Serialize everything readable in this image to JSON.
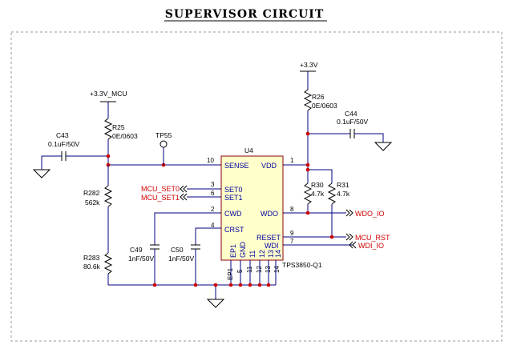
{
  "title": "SUPERVISOR CIRCUIT",
  "ic": {
    "ref": "U4",
    "part": "TPS3850-Q1",
    "pins": {
      "sense": "SENSE",
      "vdd": "VDD",
      "set0": "SET0",
      "set1": "SET1",
      "cwd": "CWD",
      "wdo": "WDO",
      "crst": "CRST",
      "reset": "RESET",
      "wdi": "WDI",
      "ep1": "EP1",
      "gnd": "GND",
      "p11": "11",
      "p12": "12",
      "p13": "13",
      "p14": "14"
    },
    "pin_numbers": {
      "n10": "10",
      "n1": "1",
      "n3": "3",
      "n6": "6",
      "n2": "2",
      "n8": "8",
      "n4": "4",
      "n9": "9",
      "n7": "7",
      "nep1": "EP1",
      "n5": "5",
      "n11": "11",
      "n12": "12",
      "n13": "13",
      "n14": "14"
    }
  },
  "rails": {
    "mcu": "+3.3V_MCU",
    "main": "+3.3V"
  },
  "testpoint": "TP55",
  "components": {
    "r25": {
      "ref": "R25",
      "value": "0E/0603"
    },
    "r26": {
      "ref": "R26",
      "value": "0E/0603"
    },
    "c43": {
      "ref": "C43",
      "value": "0.1uF/50V"
    },
    "c44": {
      "ref": "C44",
      "value": "0.1uF/50V"
    },
    "r282": {
      "ref": "R282",
      "value": "562k"
    },
    "r283": {
      "ref": "R283",
      "value": "80.6k"
    },
    "r30": {
      "ref": "R30",
      "value": "4.7k"
    },
    "r31": {
      "ref": "R31",
      "value": "4.7k"
    },
    "c49": {
      "ref": "C49",
      "value": "1nF/50V"
    },
    "c50": {
      "ref": "C50",
      "value": "1nF/50V"
    }
  },
  "nets": {
    "mcu_set0": "MCU_SET0",
    "mcu_set1": "MCU_SET1",
    "wdo_io": "WDO_IO",
    "mcu_rst": "MCU_RST",
    "wdi_io": "WDI_IO"
  },
  "colors": {
    "wire": "#000080",
    "junction": "#cc0000",
    "net_label": "#d00000",
    "ic_fill": "#ffffcc",
    "ic_border": "#8b0000"
  }
}
